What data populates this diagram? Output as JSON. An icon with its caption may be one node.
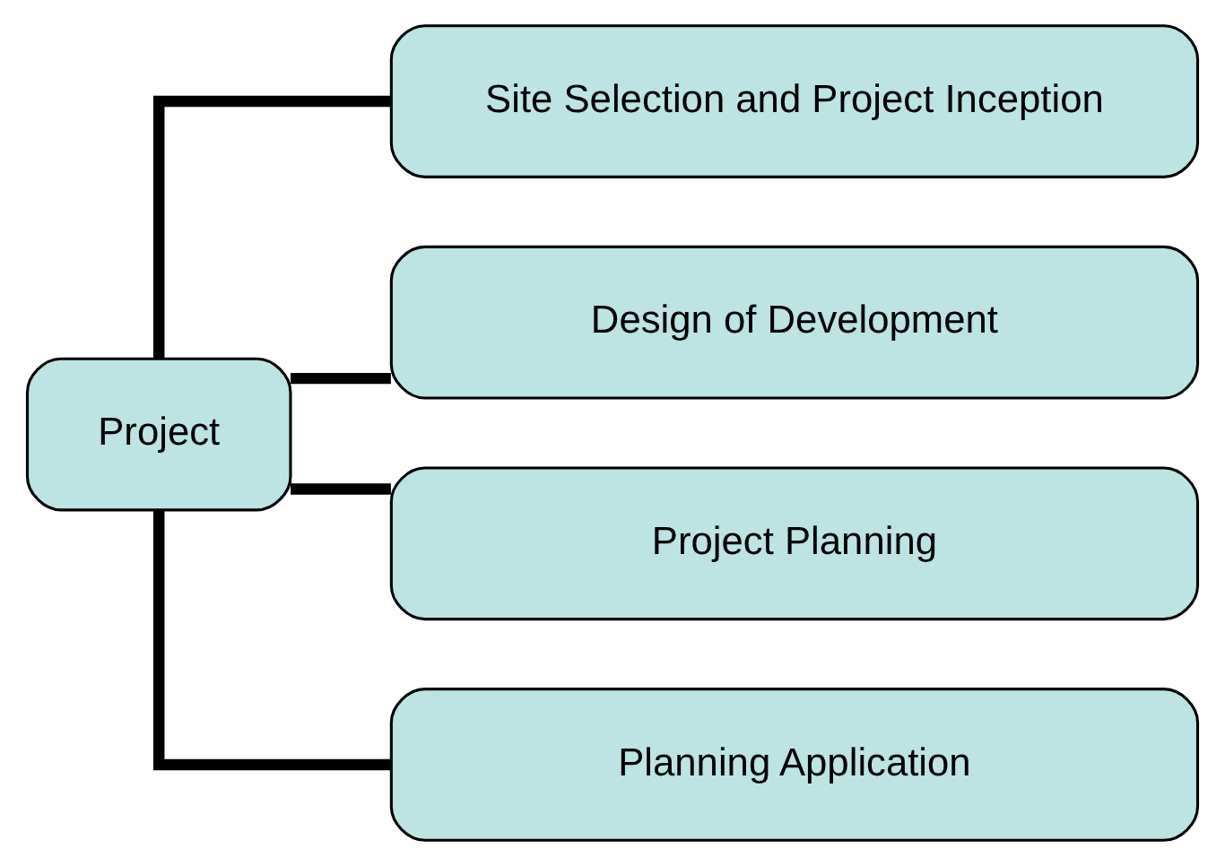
{
  "diagram": {
    "nodes": [
      {
        "text": [
          "Project"
        ]
      },
      {
        "text": [
          "Site Selection and Project Inception"
        ]
      },
      {
        "text": [
          "Design of Development"
        ]
      },
      {
        "text": [
          "Project Planning"
        ]
      },
      {
        "text": [
          "Planning Application"
        ]
      }
    ],
    "edges": [
      {
        "from": 0,
        "to": 1,
        "arrow": "none"
      },
      {
        "from": 0,
        "to": 2,
        "arrow": "none"
      },
      {
        "from": 0,
        "to": 3,
        "arrow": "none"
      },
      {
        "from": 0,
        "to": 4,
        "arrow": "none"
      }
    ]
  }
}
